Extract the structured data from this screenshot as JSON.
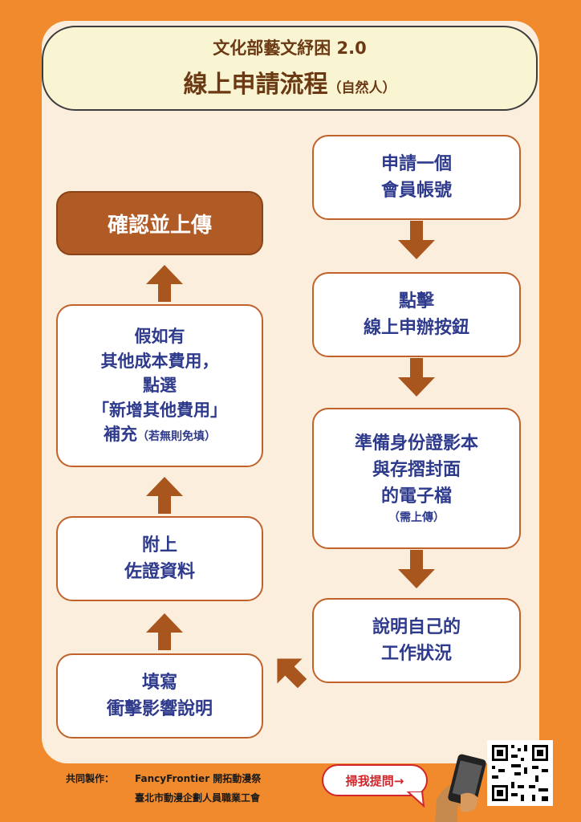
{
  "header": {
    "line1": "文化部藝文紓困 2.0",
    "line2": "線上申請流程",
    "line2_suffix": "（自然人）"
  },
  "steps": {
    "s1": [
      "申請一個",
      "會員帳號"
    ],
    "s2": [
      "點擊",
      "線上申辦按鈕"
    ],
    "s3": [
      "準備身份證影本",
      "與存摺封面",
      "的電子檔"
    ],
    "s3_note": "（需上傳）",
    "s4": [
      "說明自己的",
      "工作狀況"
    ],
    "s5": [
      "填寫",
      "衝擊影響說明"
    ],
    "s6": [
      "附上",
      "佐證資料"
    ],
    "s7": [
      "假如有",
      "其他成本費用，",
      "點選",
      "「新增其他費用」"
    ],
    "s7_last": "補充",
    "s7_note": "（若無則免填）",
    "confirm": "確認並上傳"
  },
  "footer": {
    "credit_label": "共同製作：",
    "credit_1": "FancyFrontier 開拓動漫祭",
    "credit_2": "臺北市動漫企劃人員職業工會",
    "ask_button": "掃我提問→"
  },
  "colors": {
    "background": "#F08A2C",
    "panel": "#FBEEDC",
    "box_border": "#C0622A",
    "text_blue": "#2E3A8C",
    "arrow": "#A8561E",
    "confirm_bg": "#B05A26"
  }
}
